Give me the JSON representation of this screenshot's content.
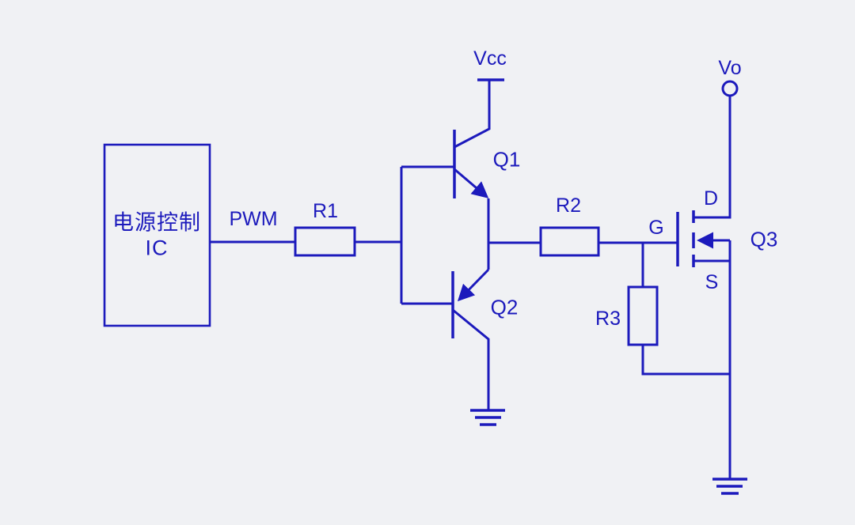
{
  "colors": {
    "ink": "#1c1abc",
    "background": "#f0f1f4"
  },
  "labels": {
    "ic": {
      "line1": "电源控制",
      "line2": "IC"
    },
    "pwm": "PWM",
    "r1": "R1",
    "r2": "R2",
    "r3": "R3",
    "vcc": "Vcc",
    "vo": "Vo",
    "q1": "Q1",
    "q2": "Q2",
    "q3": "Q3",
    "gate": "G",
    "drain": "D",
    "source": "S"
  },
  "components": [
    {
      "id": "U1",
      "type": "ic-box",
      "label": "电源控制 IC",
      "output_signal": "PWM"
    },
    {
      "id": "R1",
      "type": "resistor",
      "label": "R1"
    },
    {
      "id": "Q1",
      "type": "bjt-npn",
      "label": "Q1",
      "collector": "Vcc"
    },
    {
      "id": "Q2",
      "type": "bjt-pnp",
      "label": "Q2",
      "collector": "GND"
    },
    {
      "id": "R2",
      "type": "resistor",
      "label": "R2"
    },
    {
      "id": "R3",
      "type": "resistor",
      "label": "R3"
    },
    {
      "id": "Q3",
      "type": "mosfet-n-channel",
      "label": "Q3",
      "pins": [
        "G",
        "D",
        "S"
      ],
      "drain_node": "Vo",
      "source_node": "GND"
    }
  ],
  "nets": [
    "PWM",
    "Vcc",
    "Vo",
    "GND"
  ]
}
